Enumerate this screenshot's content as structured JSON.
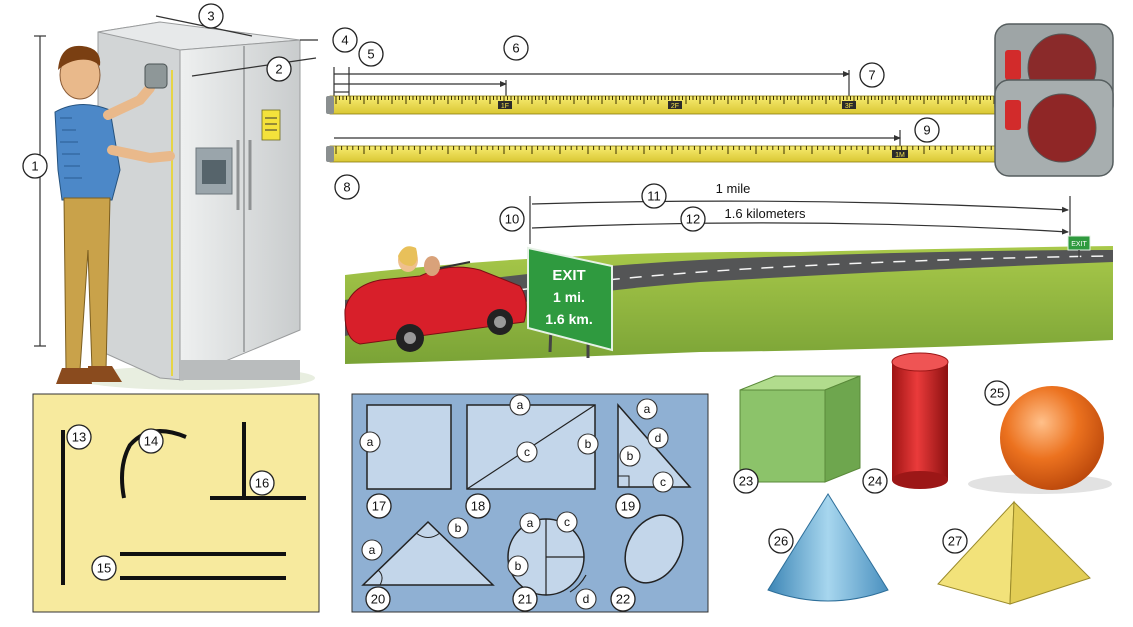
{
  "numbers": [
    "1",
    "2",
    "3",
    "4",
    "5",
    "6",
    "7",
    "8",
    "9",
    "10",
    "11",
    "12",
    "13",
    "14",
    "15",
    "16",
    "17",
    "18",
    "19",
    "20",
    "21",
    "22",
    "23",
    "24",
    "25",
    "26",
    "27"
  ],
  "shape_letters": {
    "l17": [
      "a"
    ],
    "l18": [
      "a",
      "b",
      "c"
    ],
    "l19": [
      "a",
      "d",
      "b",
      "c"
    ],
    "l20": [
      "a",
      "b"
    ],
    "l21": [
      "a",
      "c",
      "b",
      "d"
    ]
  },
  "road": {
    "mile_label": "1 mile",
    "km_label": "1.6 kilometers",
    "sign_line1": "EXIT",
    "sign_line2": "1 mi.",
    "sign_line3": "1.6 km.",
    "far_sign": "EXIT"
  },
  "tape": {
    "foot_markers": [
      "1F",
      "2F",
      "3F"
    ],
    "meter_marker": "1M"
  },
  "colors": {
    "tape_yellow": "#f1e04a",
    "panel_yellow": "#f7ea9e",
    "panel_blue": "#8fb0d3",
    "sign_green": "#2f9a3f",
    "cube_green": "#8cc36a",
    "cylinder_red": "#d92a2a",
    "sphere_orange": "#e8701e",
    "cone_blue": "#6fb2d6",
    "pyramid_yellow": "#f2e27a",
    "car_red": "#d81f2a"
  }
}
